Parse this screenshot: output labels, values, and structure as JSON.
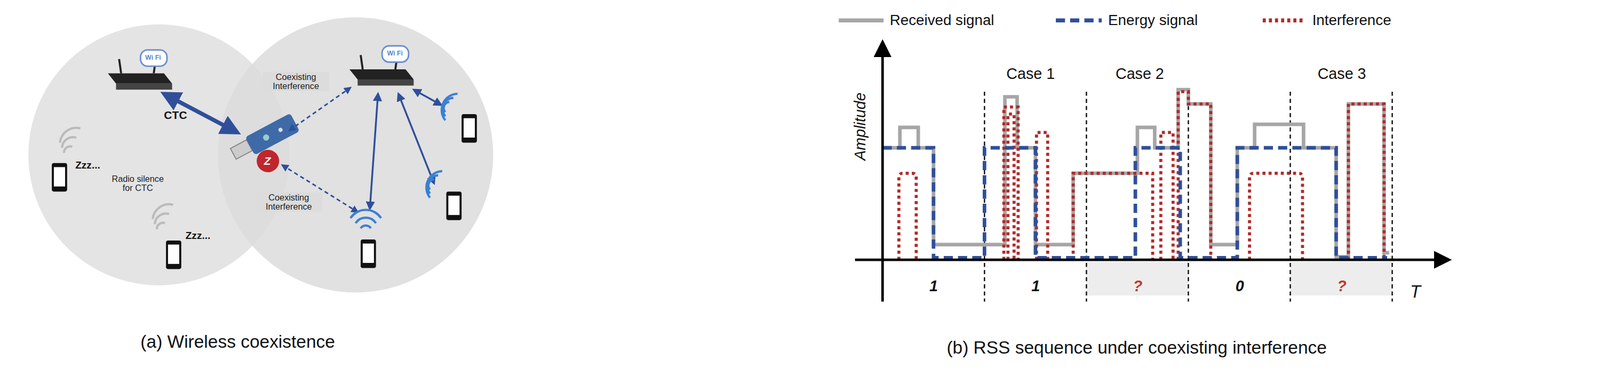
{
  "diagram": {
    "labels": [
      "Wi Fi",
      "Wi Fi",
      "CTC",
      "Coexisting Interference",
      "Coexisting Interference",
      "Z",
      "Zzz...",
      "Zzz...",
      "Radio silence for CTC",
      "Case 1",
      "Case 2",
      "Case 3",
      "Amplitude",
      "T",
      "1",
      "1",
      "?",
      "0",
      "?",
      "(a) Wireless coexistence",
      "(b) RSS sequence under coexisting interference"
    ],
    "legend": [
      {
        "text": "Received signal"
      },
      {
        "text": "Energy signal"
      },
      {
        "text": "Interference"
      }
    ]
  }
}
